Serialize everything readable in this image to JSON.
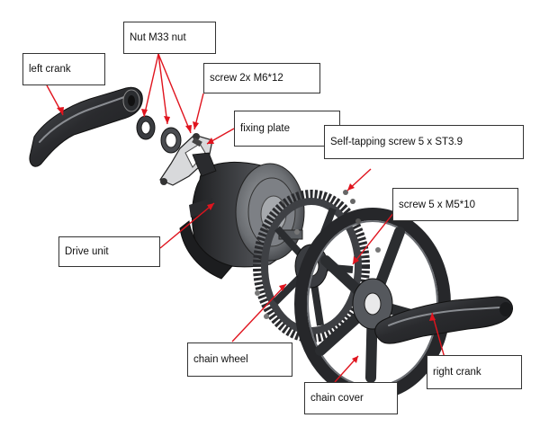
{
  "labels": {
    "left_crank": "left crank",
    "nut_m33": "Nut M33 nut",
    "screw_m6": "screw 2x M6*12",
    "fixing_plate": "fixing plate",
    "self_tapping": "Self-tapping screw 5 x ST3.9",
    "screw_m5": "screw 5 x M5*10",
    "drive_unit": "Drive unit",
    "chain_wheel": "chain wheel",
    "right_crank": "right crank",
    "chain_cover": "chain cover"
  },
  "colors": {
    "arrow": "#e0141e",
    "part_dark": "#2b2d30",
    "part_mid": "#55585d",
    "part_light": "#8a8d92",
    "border": "#333333"
  }
}
